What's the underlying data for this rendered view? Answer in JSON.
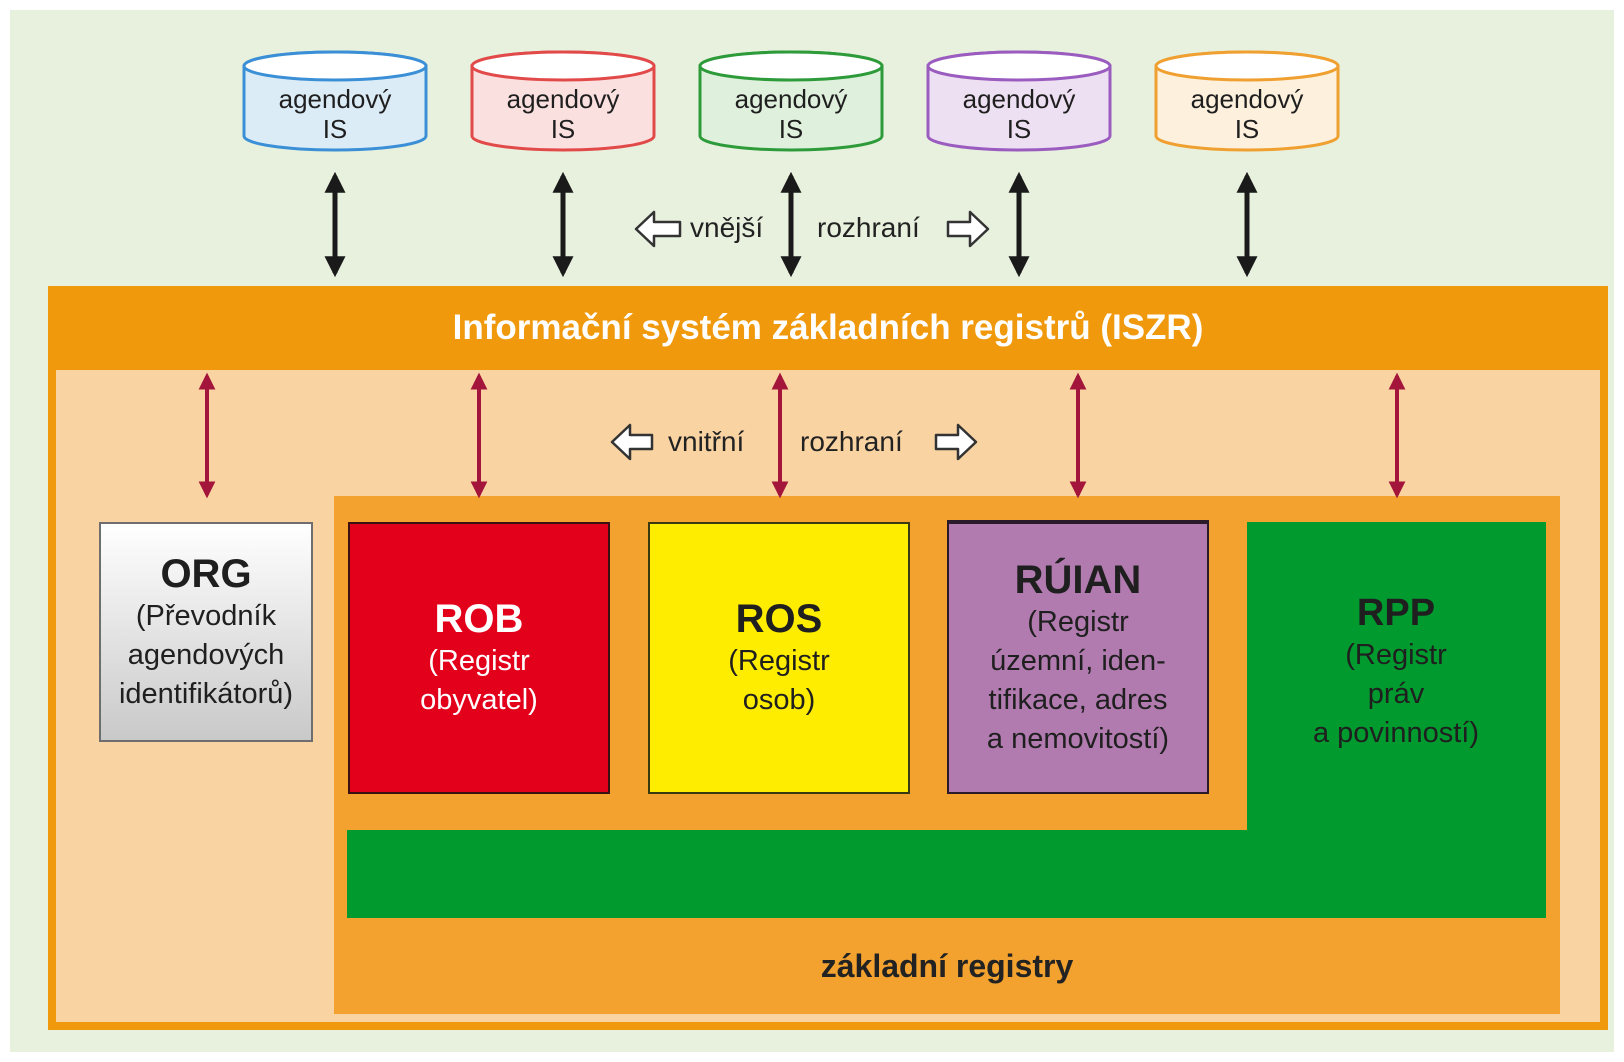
{
  "systems": [
    {
      "label_1": "agendový",
      "label_2": "IS",
      "color": "#3b8fd6",
      "fill": "#dcecf7"
    },
    {
      "label_1": "agendový",
      "label_2": "IS",
      "color": "#e24a4a",
      "fill": "#fbe0e0"
    },
    {
      "label_1": "agendový",
      "label_2": "IS",
      "color": "#2e9b3a",
      "fill": "#dff1dc"
    },
    {
      "label_1": "agendový",
      "label_2": "IS",
      "color": "#9b5cc0",
      "fill": "#eee0f3"
    },
    {
      "label_1": "agendový",
      "label_2": "IS",
      "color": "#f0a030",
      "fill": "#fdf0dc"
    }
  ],
  "external_interface": {
    "left": "vnější",
    "right": "rozhraní"
  },
  "iszr": {
    "title": "Informační systém základních registrů (ISZR)",
    "color": "#f0990c"
  },
  "internal_interface": {
    "left": "vnitřní",
    "right": "rozhraní"
  },
  "org": {
    "title": "ORG",
    "subtitle": "(Převodník\nagendových\nidentifikátorů)"
  },
  "registers": {
    "label": "základní registry",
    "rob": {
      "title": "ROB",
      "subtitle": "(Registr\nobyvatel)",
      "color": "#e2001a"
    },
    "ros": {
      "title": "ROS",
      "subtitle": "(Registr\nosob)",
      "color": "#ffed00"
    },
    "ruian": {
      "title": "RÚIAN",
      "subtitle": "(Registr\núzemní, iden-\ntifikace, adres\na nemovitostí)",
      "color": "#b27bb0"
    },
    "rpp": {
      "title": "RPP",
      "subtitle": "(Registr\npráv\na povinností)",
      "color": "#009a2e"
    }
  },
  "colors": {
    "external_arrow": "#1a1a1a",
    "internal_arrow": "#a3153a",
    "background": "#e8f1de"
  }
}
